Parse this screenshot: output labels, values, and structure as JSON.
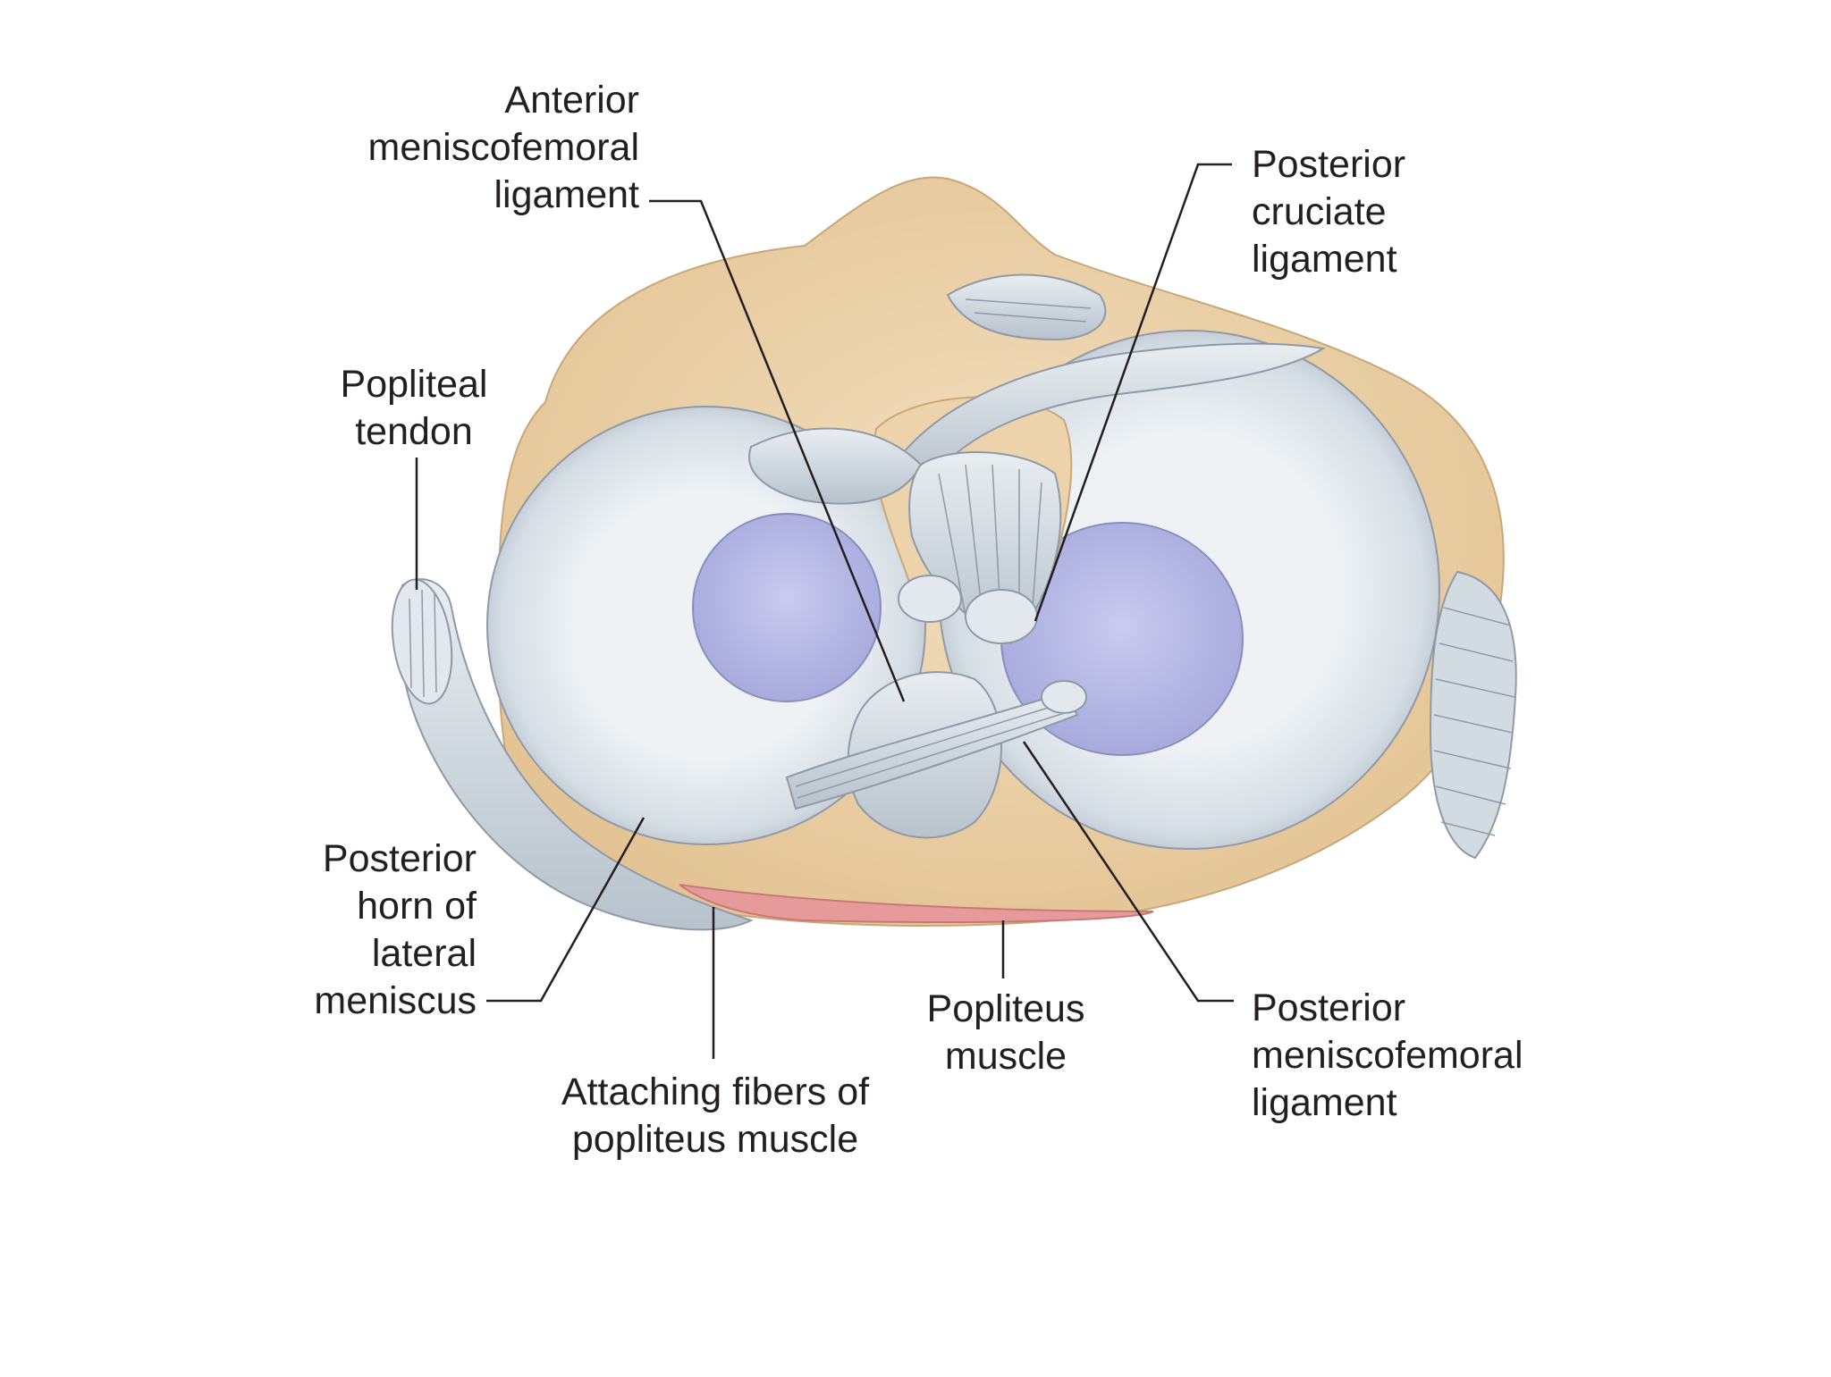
{
  "labels": {
    "anterior_mfl": [
      "Anterior",
      "meniscofemoral",
      "ligament"
    ],
    "pcl": [
      "Posterior",
      "cruciate",
      "ligament"
    ],
    "popliteal_tendon": [
      "Popliteal",
      "tendon"
    ],
    "posterior_horn": [
      "Posterior",
      "horn of",
      "lateral",
      "meniscus"
    ],
    "attaching_fibers": [
      "Attaching fibers of",
      "popliteus muscle"
    ],
    "popliteus_muscle": [
      "Popliteus",
      "muscle"
    ],
    "posterior_mfl": [
      "Posterior",
      "meniscofemoral",
      "ligament"
    ]
  },
  "colors": {
    "bone": "#ecd3ac",
    "meniscus": "#d9e0e6",
    "cartilage": "#b6b8e6",
    "muscle": "#e79a9a",
    "leader": "#231f20"
  }
}
